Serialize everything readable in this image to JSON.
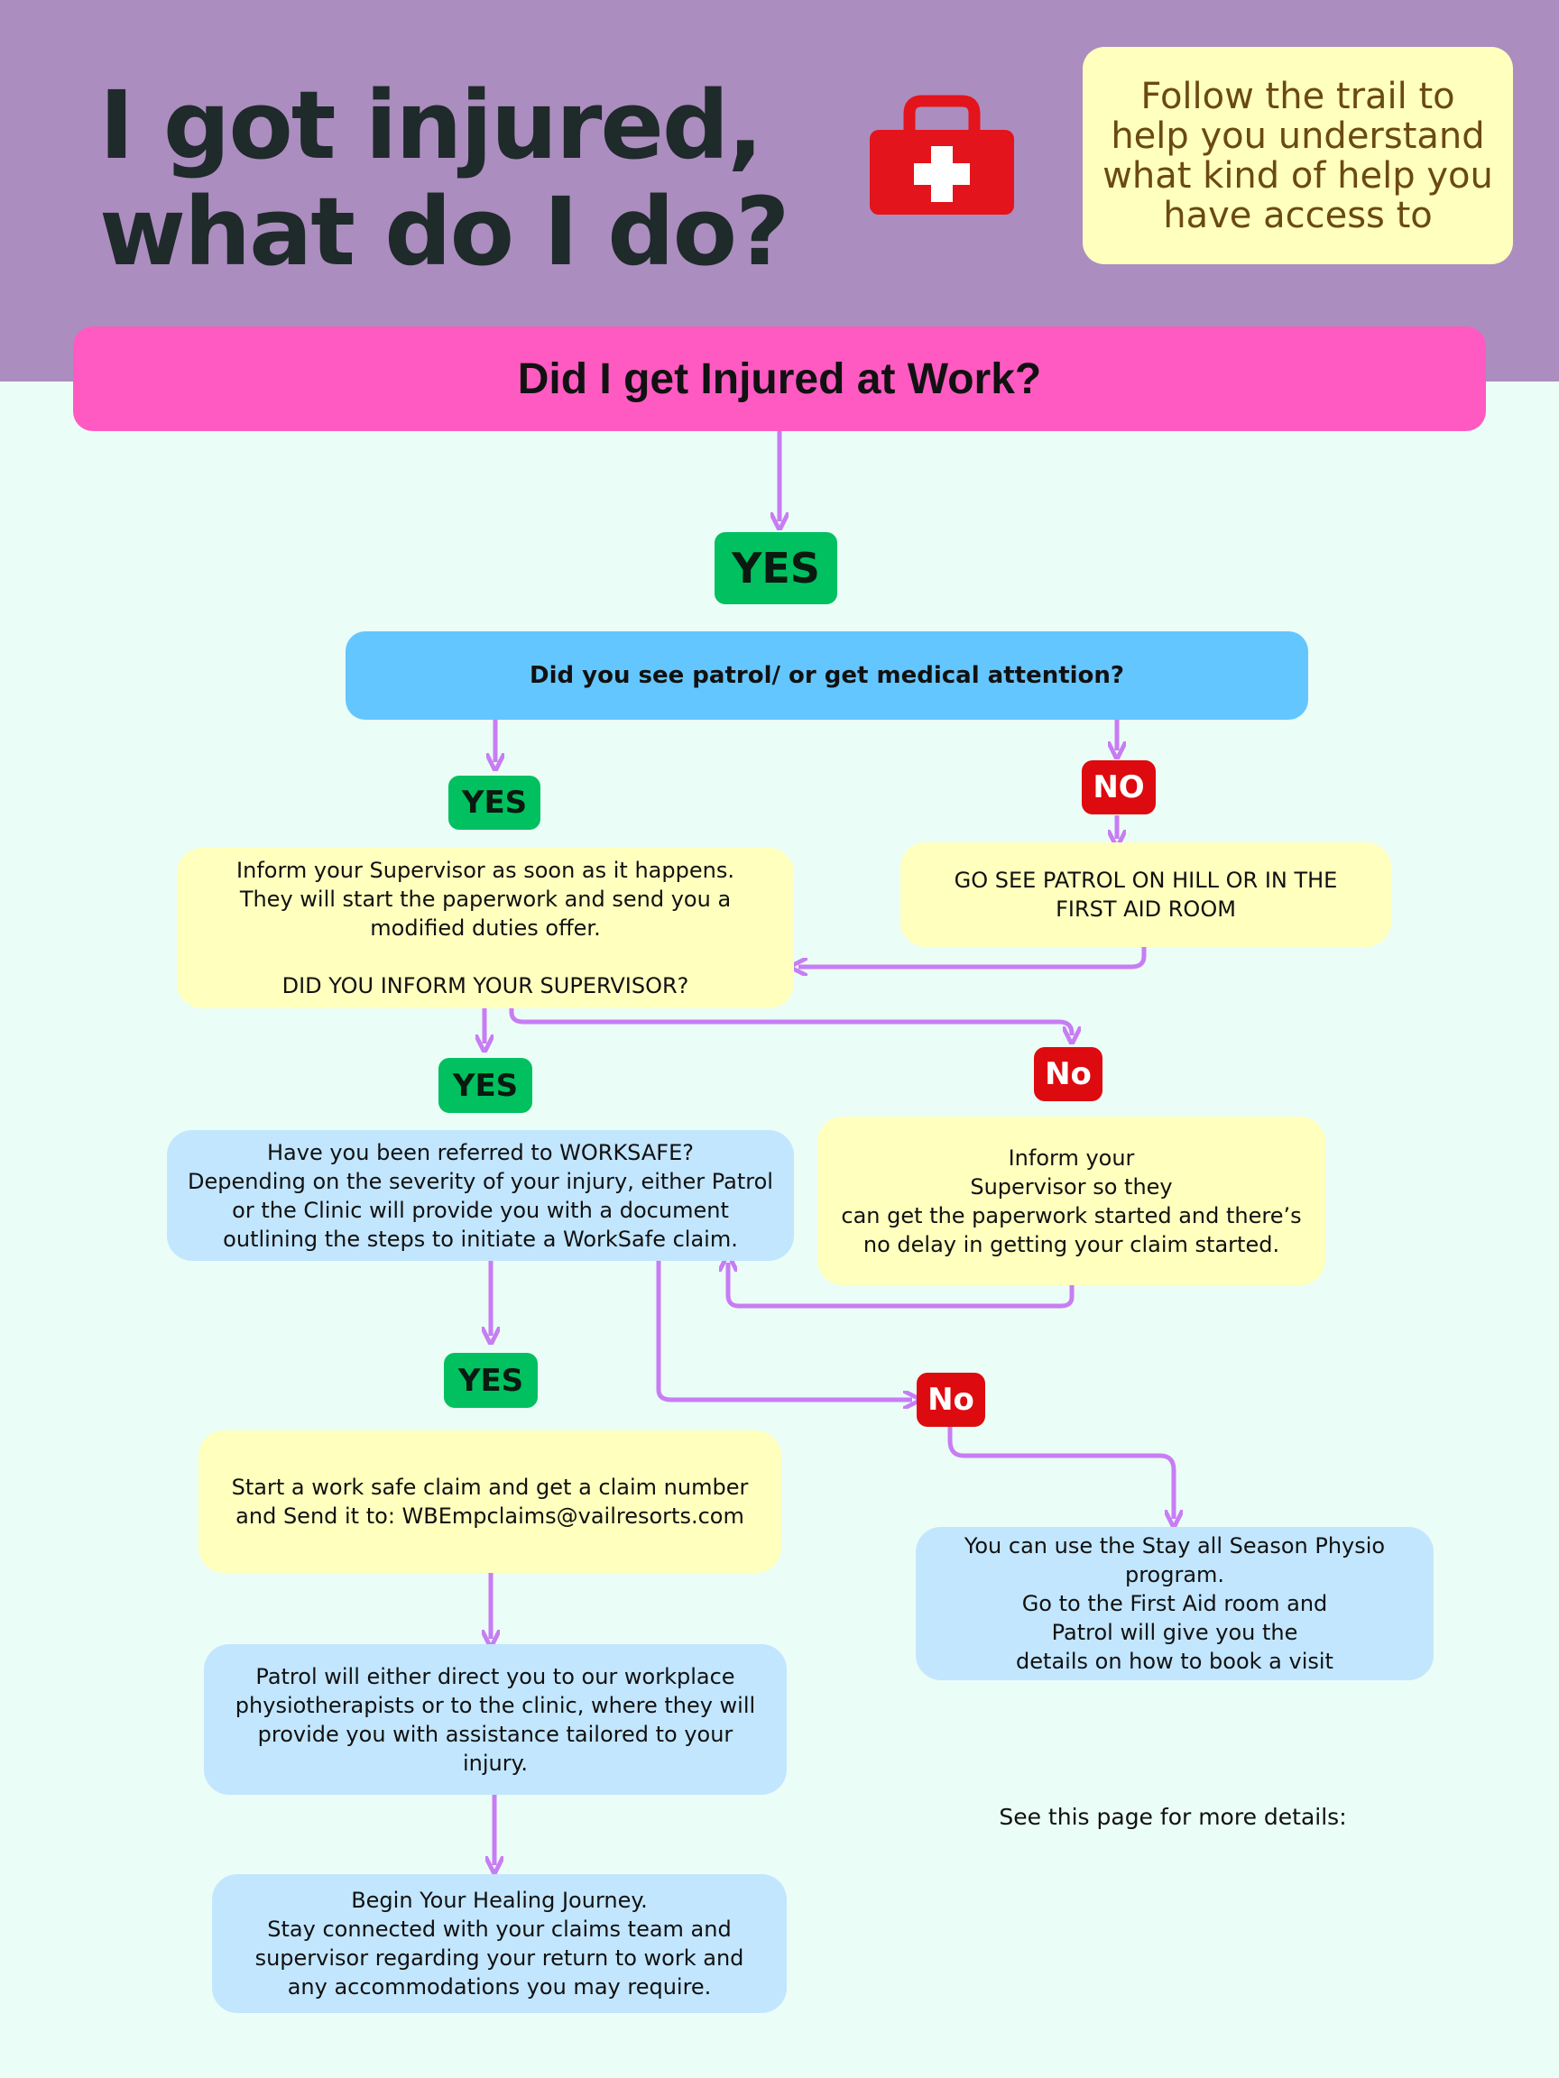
{
  "header": {
    "title": "I got injured,\nwhat do I do?",
    "kit_icon": "first-aid-kit-icon",
    "intro": "Follow the trail to help you understand what kind of help you have access to"
  },
  "main_question": "Did I get Injured at Work?",
  "badges": {
    "yes_1": "YES",
    "yes_2": "YES",
    "no_1": "NO",
    "yes_3": "YES",
    "no_2": "No",
    "yes_4": "YES",
    "no_3": "No"
  },
  "question_2": "Did you see patrol/ or get medical attention?",
  "boxes": {
    "inform_supervisor": "Inform your Supervisor as soon as it happens.\nThey will start the paperwork and send you a modified duties offer.\n\nDID YOU INFORM YOUR SUPERVISOR?",
    "see_patrol": "GO SEE PATROL ON HILL OR IN THE\nFIRST AID ROOM",
    "worksafe": "Have you been referred to WORKSAFE?\nDepending on the severity of your injury, either Patrol or the Clinic will provide you with a document outlining the steps to initiate a WorkSafe claim.",
    "inform_supervisor_late": "Inform your\nSupervisor so they\ncan get the paperwork started and there’s no delay in getting your claim started.",
    "start_claim": "Start a work safe claim and get a claim number and Send it to: WBEmpclaims@vailresorts.com",
    "physio": "You can use the Stay all Season Physio program.\nGo to the First Aid room and\nPatrol will give you the\ndetails on how to book a visit",
    "patrol_direct": "Patrol will either direct you to our workplace physiotherapists or to the clinic, where they will provide you with assistance tailored to your injury.",
    "healing": "Begin Your Healing Journey.\nStay connected with your claims team and supervisor regarding your return to work and any accommodations you may require."
  },
  "more_details": "See this page for more details:",
  "colors": {
    "header_band": "#ac8dbf",
    "background": "#ebfdf7",
    "main_question": "#ff5ac2",
    "question_2": "#64c6ff",
    "yellow_box": "#ffffbe",
    "blue_box": "#c2e6fd",
    "yes": "#00c060",
    "no": "#dd0a0f",
    "arrow": "#c77df3"
  }
}
